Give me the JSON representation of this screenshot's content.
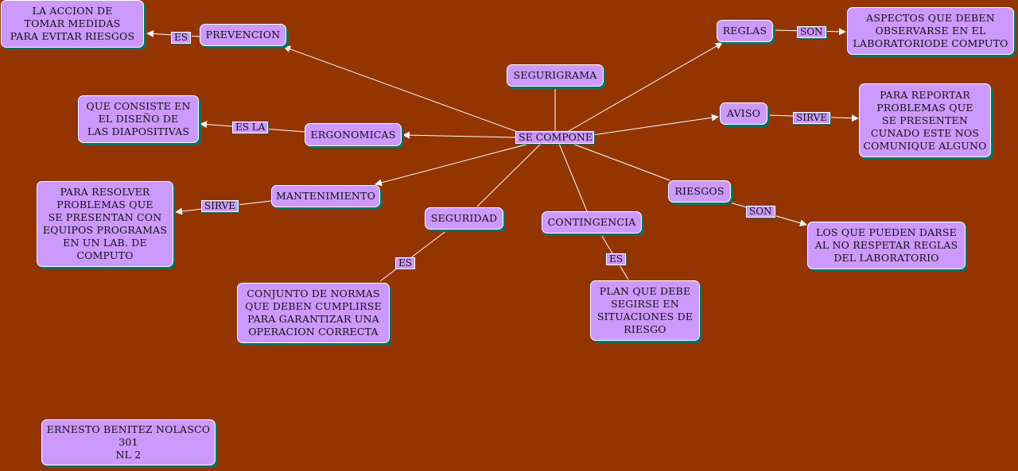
{
  "nodes": {
    "segurigrama": "SEGURIGRAMA",
    "se_compone": "SE COMPONE",
    "prevencion": "PREVENCION",
    "prevencion_def": "LA ACCION DE\nTOMAR MEDIDAS\nPARA EVITAR RIESGOS",
    "ergonomicas": "ERGONOMICAS",
    "ergonomicas_def": "QUE CONSISTE EN\nEL DISEÑO DE\nLAS DIAPOSITIVAS",
    "mantenimiento": "MANTENIMIENTO",
    "mantenimiento_def": "PARA RESOLVER\nPROBLEMAS QUE\nSE PRESENTAN CON\nEQUIPOS PROGRAMAS\nEN UN LAB. DE\nCOMPUTO",
    "seguridad": "SEGURIDAD",
    "seguridad_def": "CONJUNTO DE NORMAS\nQUE DEBEN CUMPLIRSE\nPARA GARANTIZAR UNA\nOPERACION CORRECTA",
    "contingencia": "CONTINGENCIA",
    "contingencia_def": "PLAN QUE DEBE\nSEGIRSE EN\nSITUACIONES DE\nRIESGO",
    "riesgos": "RIESGOS",
    "riesgos_def": "LOS QUE PUEDEN DARSE\nAL NO RESPETAR REGLAS\nDEL LABORATORIO",
    "aviso": "AVISO",
    "aviso_def": "PARA REPORTAR\nPROBLEMAS QUE\nSE PRESENTEN\nCUNADO ESTE NOS\nCOMUNIQUE ALGUNO",
    "reglas": "REGLAS",
    "reglas_def": "ASPECTOS QUE DEBEN\nOBSERVARSE EN EL\nLABORATORIODE COMPUTO",
    "author": "ERNESTO BENITEZ NOLASCO\n301\nNL 2"
  },
  "links": {
    "prevencion": "ES",
    "ergonomicas": "ES LA",
    "mantenimiento": "SIRVE",
    "seguridad": "ES",
    "contingencia": "ES",
    "riesgos": "SON",
    "aviso": "SIRVE",
    "reglas": "SON"
  },
  "colors": {
    "background": "#943400",
    "node_fill": "#cc99ff",
    "node_border": "#ffffff",
    "node_shadow": "#0f6f62",
    "edge": "#ffffff"
  }
}
